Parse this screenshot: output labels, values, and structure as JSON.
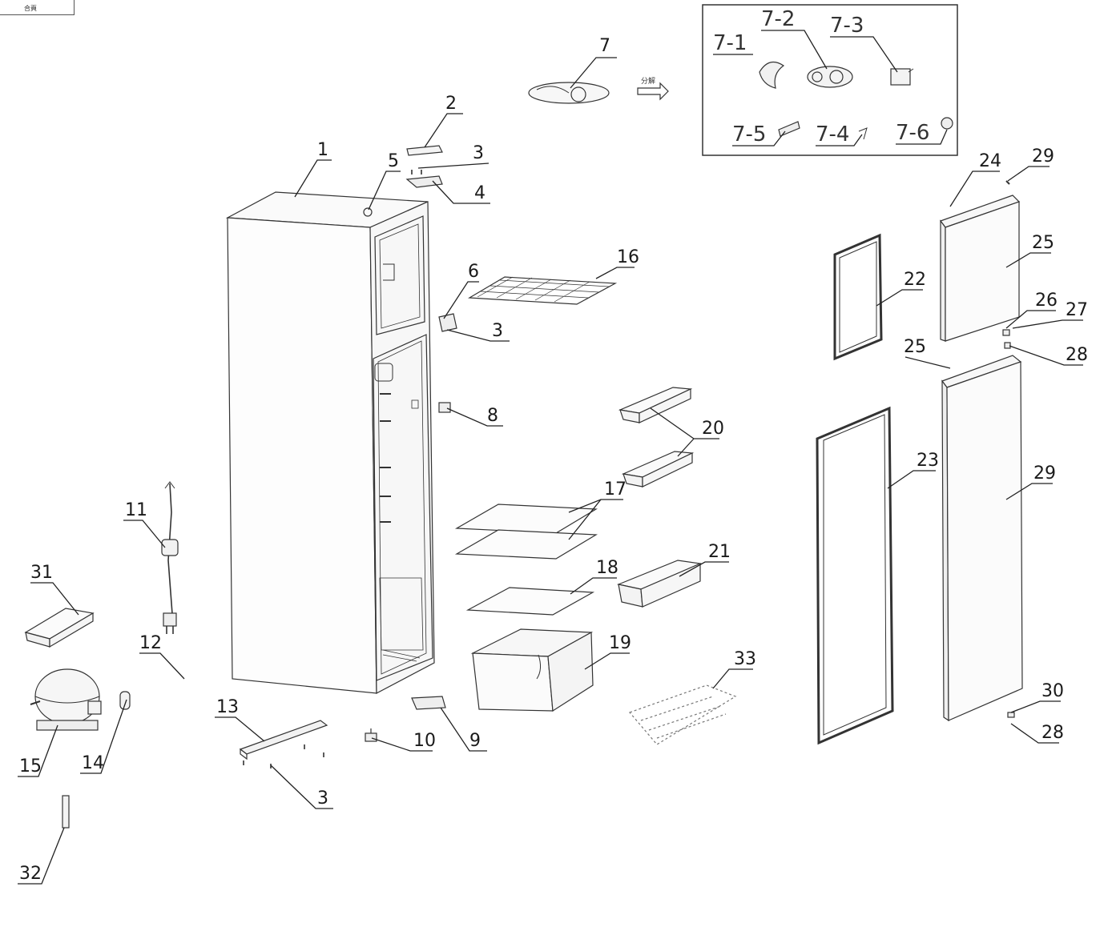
{
  "sheet_tab": "合頁",
  "inset": {
    "arrow_text": "分解",
    "labels": [
      "7-1",
      "7-2",
      "7-3",
      "7-5",
      "7-4",
      "7-6"
    ]
  },
  "callouts": [
    "1",
    "2",
    "3",
    "4",
    "5",
    "6",
    "3",
    "16",
    "7",
    "24",
    "29",
    "25",
    "22",
    "26",
    "27",
    "28",
    "25",
    "8",
    "20",
    "17",
    "23",
    "29",
    "11",
    "31",
    "21",
    "18",
    "12",
    "19",
    "33",
    "13",
    "10",
    "9",
    "15",
    "14",
    "3",
    "30",
    "28",
    "32"
  ]
}
